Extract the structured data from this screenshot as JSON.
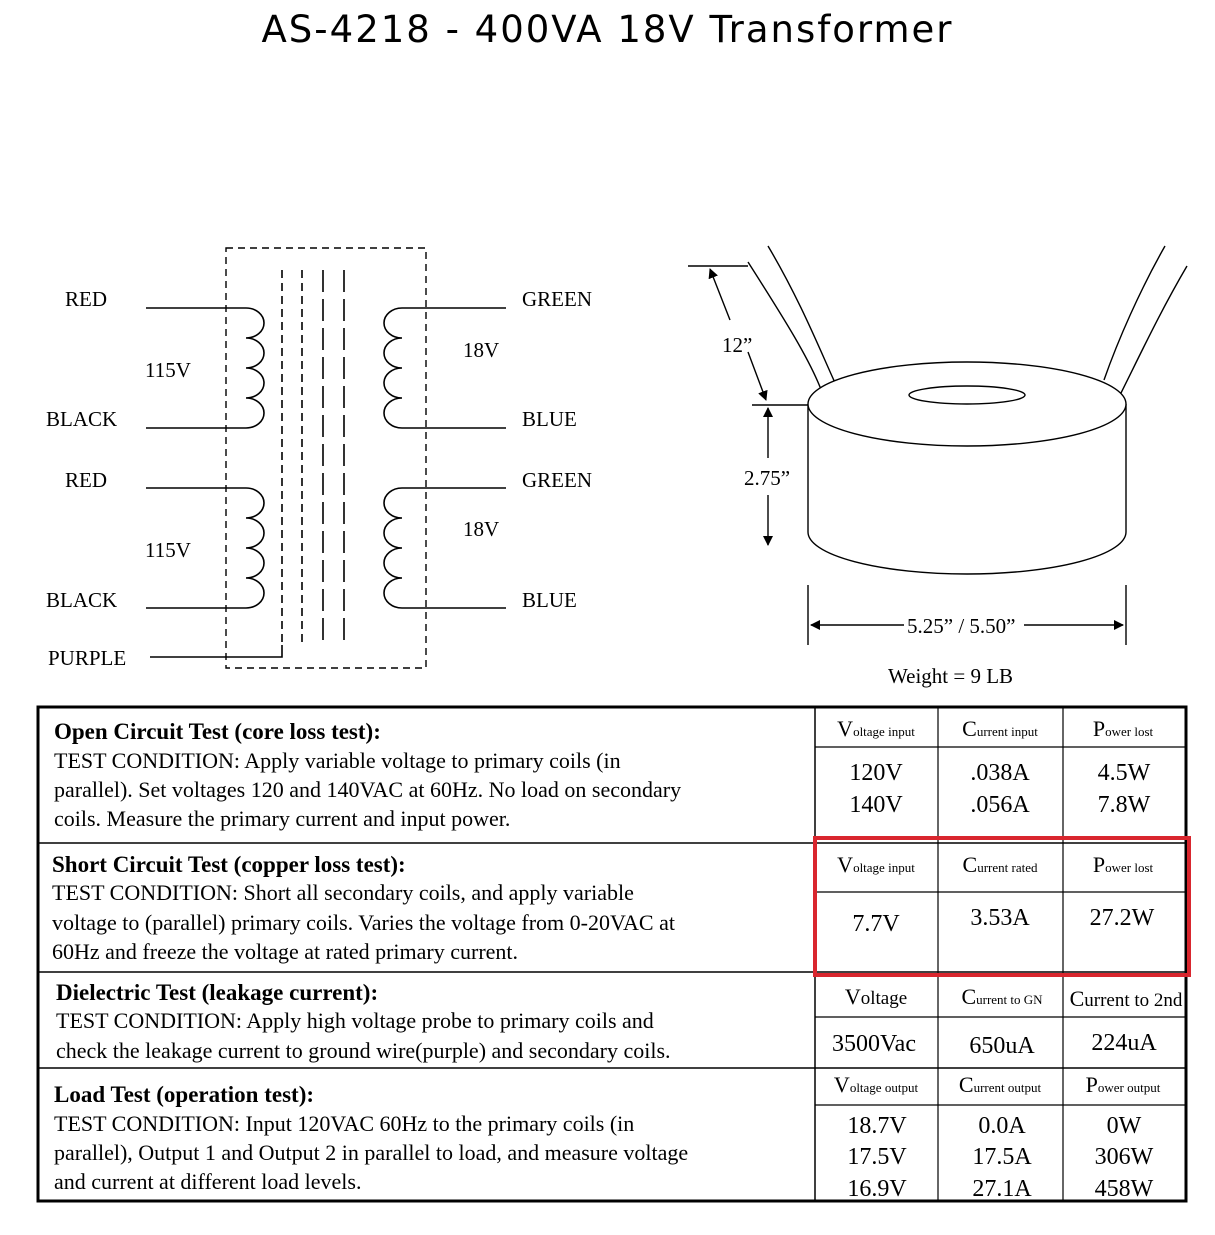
{
  "title": "AS-4218 - 400VA 18V Transformer",
  "schematic": {
    "primary_top": {
      "red": "RED",
      "voltage": "115V",
      "black": "BLACK"
    },
    "primary_bottom": {
      "red": "RED",
      "voltage": "115V",
      "black": "BLACK"
    },
    "secondary_top": {
      "green": "GREEN",
      "voltage": "18V",
      "blue": "BLUE"
    },
    "secondary_bottom": {
      "green": "GREEN",
      "voltage": "18V",
      "blue": "BLUE"
    },
    "ground": "PURPLE"
  },
  "dimensions": {
    "lead_length": "12”",
    "height": "2.75”",
    "diameter": "5.25” / 5.50”",
    "weight": "Weight = 9 LB"
  },
  "tests": [
    {
      "heading": "Open Circuit Test (core loss test):",
      "lines": [
        "TEST CONDITION: Apply variable voltage to primary coils (in",
        "parallel). Set voltages 120 and 140VAC at 60Hz. No load on secondary",
        "coils. Measure the primary current and input power."
      ],
      "columns": [
        {
          "cap": "V",
          "rest": "oltage input"
        },
        {
          "cap": "C",
          "rest": "urrent input"
        },
        {
          "cap": "P",
          "rest": "ower  lost"
        }
      ],
      "rows": [
        [
          "120V",
          ".038A",
          "4.5W"
        ],
        [
          "140V",
          ".056A",
          "7.8W"
        ]
      ]
    },
    {
      "heading": "Short Circuit Test (copper loss test):",
      "lines": [
        "TEST CONDITION: Short all secondary coils, and apply variable",
        "voltage to (parallel) primary coils. Varies the voltage from 0-20VAC at",
        "60Hz and freeze the voltage at rated primary current."
      ],
      "columns": [
        {
          "cap": "V",
          "rest": "oltage input"
        },
        {
          "cap": "C",
          "rest": "urrent rated"
        },
        {
          "cap": "P",
          "rest": "ower  lost"
        }
      ],
      "rows": [
        [
          "7.7V",
          "3.53A",
          "27.2W"
        ]
      ]
    },
    {
      "heading": "Dielectric Test (leakage current):",
      "lines": [
        "TEST CONDITION: Apply high voltage probe to primary coils and",
        "check the leakage current to ground wire(purple) and secondary coils."
      ],
      "columns": [
        {
          "cap": "V",
          "rest": "oltage"
        },
        {
          "cap": "C",
          "rest": "urrent to GN"
        },
        {
          "cap": "C",
          "rest": "urrent to 2nd"
        }
      ],
      "rows": [
        [
          "3500Vac",
          "650uA",
          "224uA"
        ]
      ]
    },
    {
      "heading": "Load Test (operation test):",
      "lines": [
        "TEST CONDITION: Input 120VAC 60Hz to the primary coils (in",
        "parallel), Output 1 and Output 2 in parallel to load, and measure voltage",
        "and current at different load levels."
      ],
      "columns": [
        {
          "cap": "V",
          "rest": "oltage output"
        },
        {
          "cap": "C",
          "rest": "urrent output"
        },
        {
          "cap": "P",
          "rest": "ower  output"
        }
      ],
      "rows": [
        [
          "18.7V",
          "0.0A",
          "0W"
        ],
        [
          "17.5V",
          "17.5A",
          "306W"
        ],
        [
          "16.9V",
          "27.1A",
          "458W"
        ]
      ]
    }
  ],
  "highlight_color": "#d9262e"
}
